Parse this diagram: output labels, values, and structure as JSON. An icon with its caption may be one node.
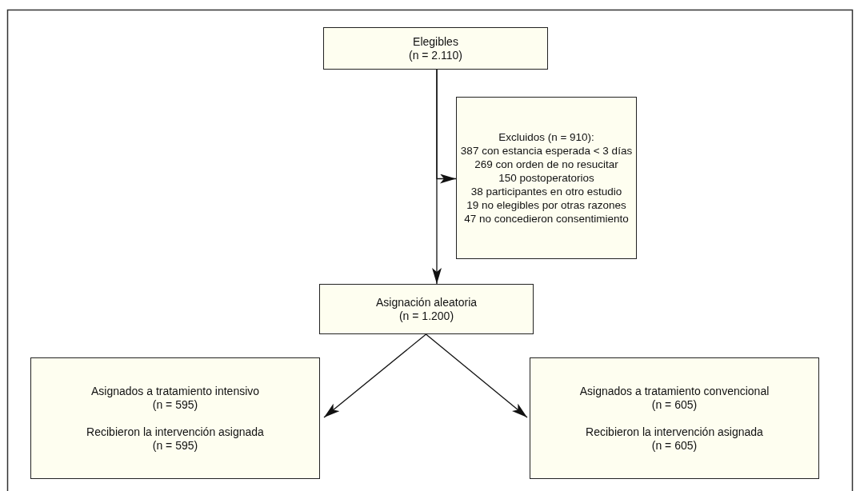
{
  "diagram": {
    "nodes": [
      {
        "text": [
          "Elegibles",
          "(n = 2.110)"
        ]
      },
      {
        "text": [
          "Excluidos (n = 910):",
          "387 con estancia esperada < 3 días",
          "269 con orden de no resucitar",
          "150 postoperatorios",
          "38 participantes en otro estudio",
          "19 no elegibles por otras razones",
          "47 no concedieron consentimiento"
        ]
      },
      {
        "text": [
          "Asignación aleatoria",
          "(n = 1.200)"
        ]
      },
      {
        "text": [
          "Asignados a tratamiento intensivo",
          "(n = 595)",
          "Recibieron la intervención asignada",
          "(n = 595)"
        ]
      },
      {
        "text": [
          "Asignados a tratamiento convencional",
          "(n = 605)",
          "Recibieron la intervención asignada",
          "(n = 605)"
        ]
      }
    ],
    "edges": [
      {
        "from": 0,
        "to": 2,
        "arrow": "to"
      },
      {
        "from": 0,
        "to": 1,
        "arrow": "to"
      },
      {
        "from": 2,
        "to": 3,
        "arrow": "to"
      },
      {
        "from": 2,
        "to": 4,
        "arrow": "to"
      }
    ]
  }
}
